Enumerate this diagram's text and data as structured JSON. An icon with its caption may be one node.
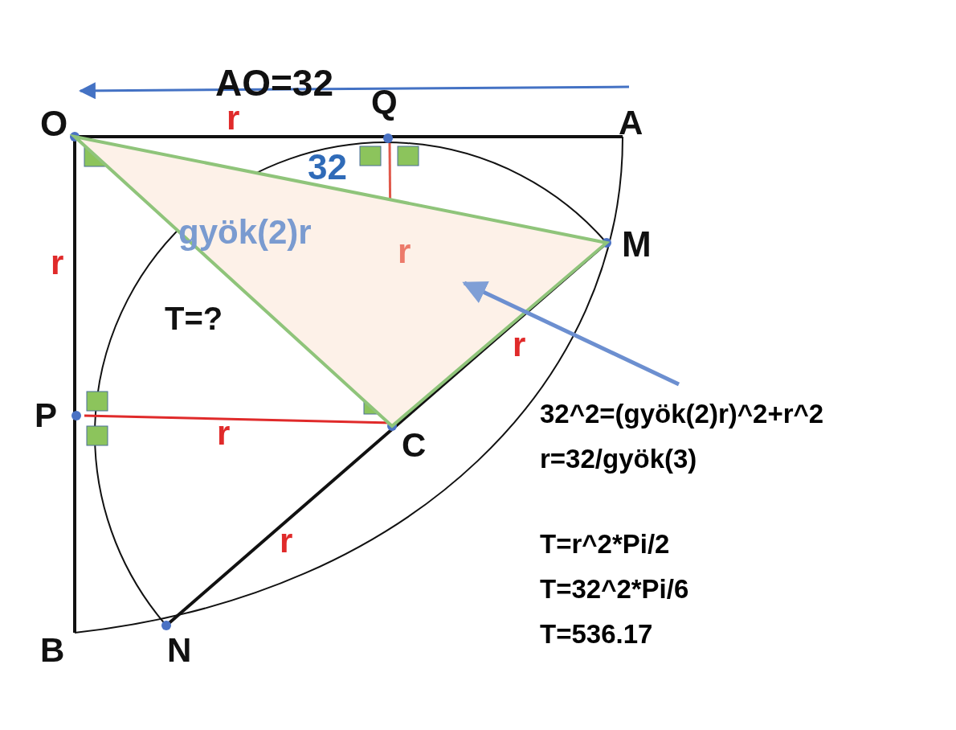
{
  "diagram": {
    "nodes": [
      {
        "text": [
          "32^2=(gyök(2)r)^2+r^2",
          "r=32/gyök(3)",
          "T=r^2*Pi/2",
          "T=32^2*Pi/6",
          "T=536.17"
        ]
      },
      {
        "text": [],
        "shape": "triangle"
      }
    ],
    "edges": [
      {
        "from": 0,
        "to": 1,
        "arrow": "to"
      }
    ],
    "labels": [
      "AO=32",
      "O",
      "r",
      "Q",
      "A",
      "32",
      "gyök(2)r",
      "r",
      "r",
      "M",
      "T=?",
      "r",
      "P",
      "r",
      "C",
      "r",
      "B",
      "N"
    ]
  }
}
